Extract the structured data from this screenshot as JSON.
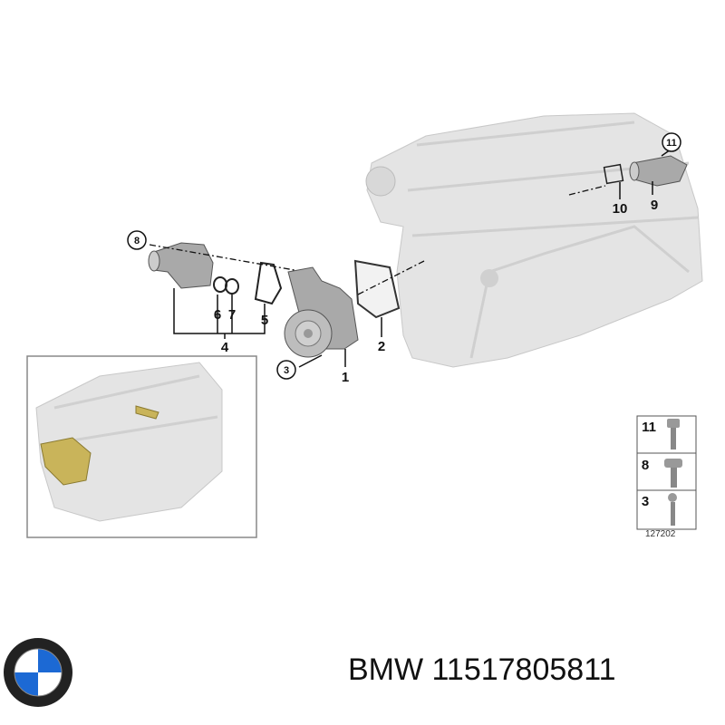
{
  "diagram": {
    "callouts": {
      "p1": "1",
      "p2": "2",
      "p3": "3",
      "p4": "4",
      "p5": "5",
      "p6": "6",
      "p7": "7",
      "p8": "8",
      "p9": "9",
      "p10": "10",
      "p11": "11"
    },
    "bolt_table": {
      "rows": [
        {
          "label": "11",
          "icon": "hex-bolt-icon"
        },
        {
          "label": "8",
          "icon": "flange-bolt-icon"
        },
        {
          "label": "3",
          "icon": "socket-bolt-icon"
        }
      ],
      "caption": "127202"
    },
    "highlight_color": "#c9b45a"
  },
  "footer": {
    "brand_logo": "BMW",
    "part_text": "BMW 11517805811"
  }
}
